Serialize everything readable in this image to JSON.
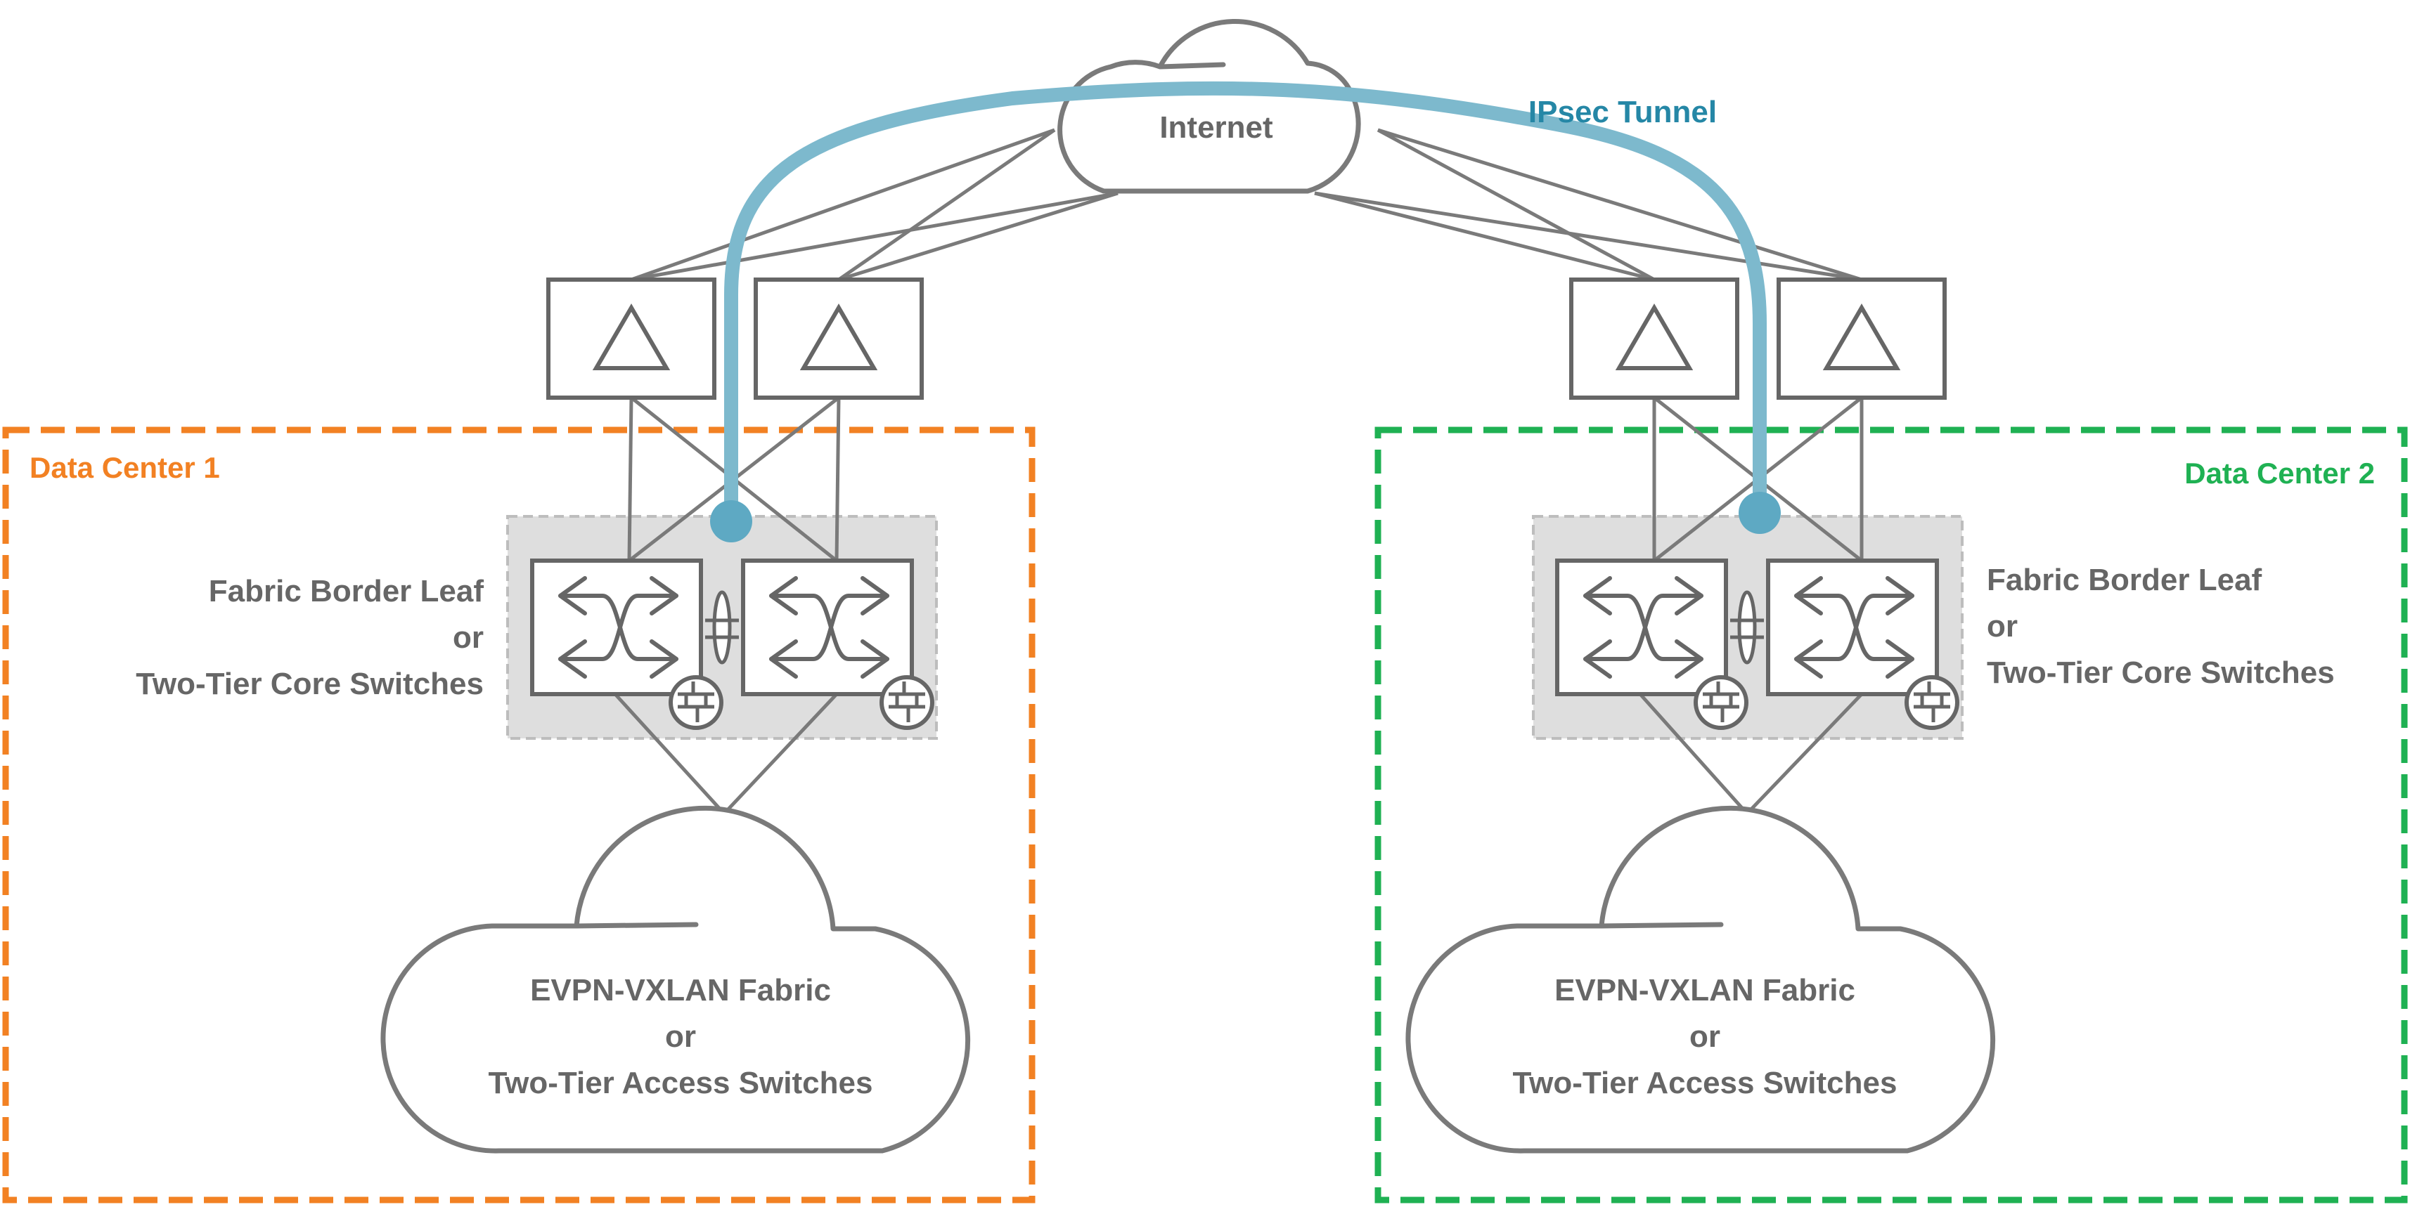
{
  "colors": {
    "dc1": "#f28123",
    "dc2": "#1fb153",
    "tunnel": "#7db9cd",
    "tunnel_text": "#2587a6",
    "stroke": "#666666",
    "text": "#666666",
    "group_fill": "#dedede"
  },
  "internet": {
    "label": "Internet"
  },
  "tunnel": {
    "label": "IPsec Tunnel"
  },
  "dc1": {
    "title": "Data Center 1",
    "border": {
      "line1": "Fabric Border Leaf",
      "line2": "or",
      "line3": "Two-Tier Core Switches"
    },
    "fabric": {
      "line1": "EVPN-VXLAN Fabric",
      "line2": "or",
      "line3": "Two-Tier Access Switches"
    }
  },
  "dc2": {
    "title": "Data Center 2",
    "border": {
      "line1": "Fabric Border Leaf",
      "line2": "or",
      "line3": "Two-Tier Core Switches"
    },
    "fabric": {
      "line1": "EVPN-VXLAN Fabric",
      "line2": "or",
      "line3": "Two-Tier Access Switches"
    }
  },
  "icons": {
    "router": "triangle-router-icon",
    "switch": "crossed-arrows-switch-icon",
    "firewall": "brick-firewall-icon",
    "lag": "link-aggregation-icon",
    "cloud": "cloud-icon"
  }
}
